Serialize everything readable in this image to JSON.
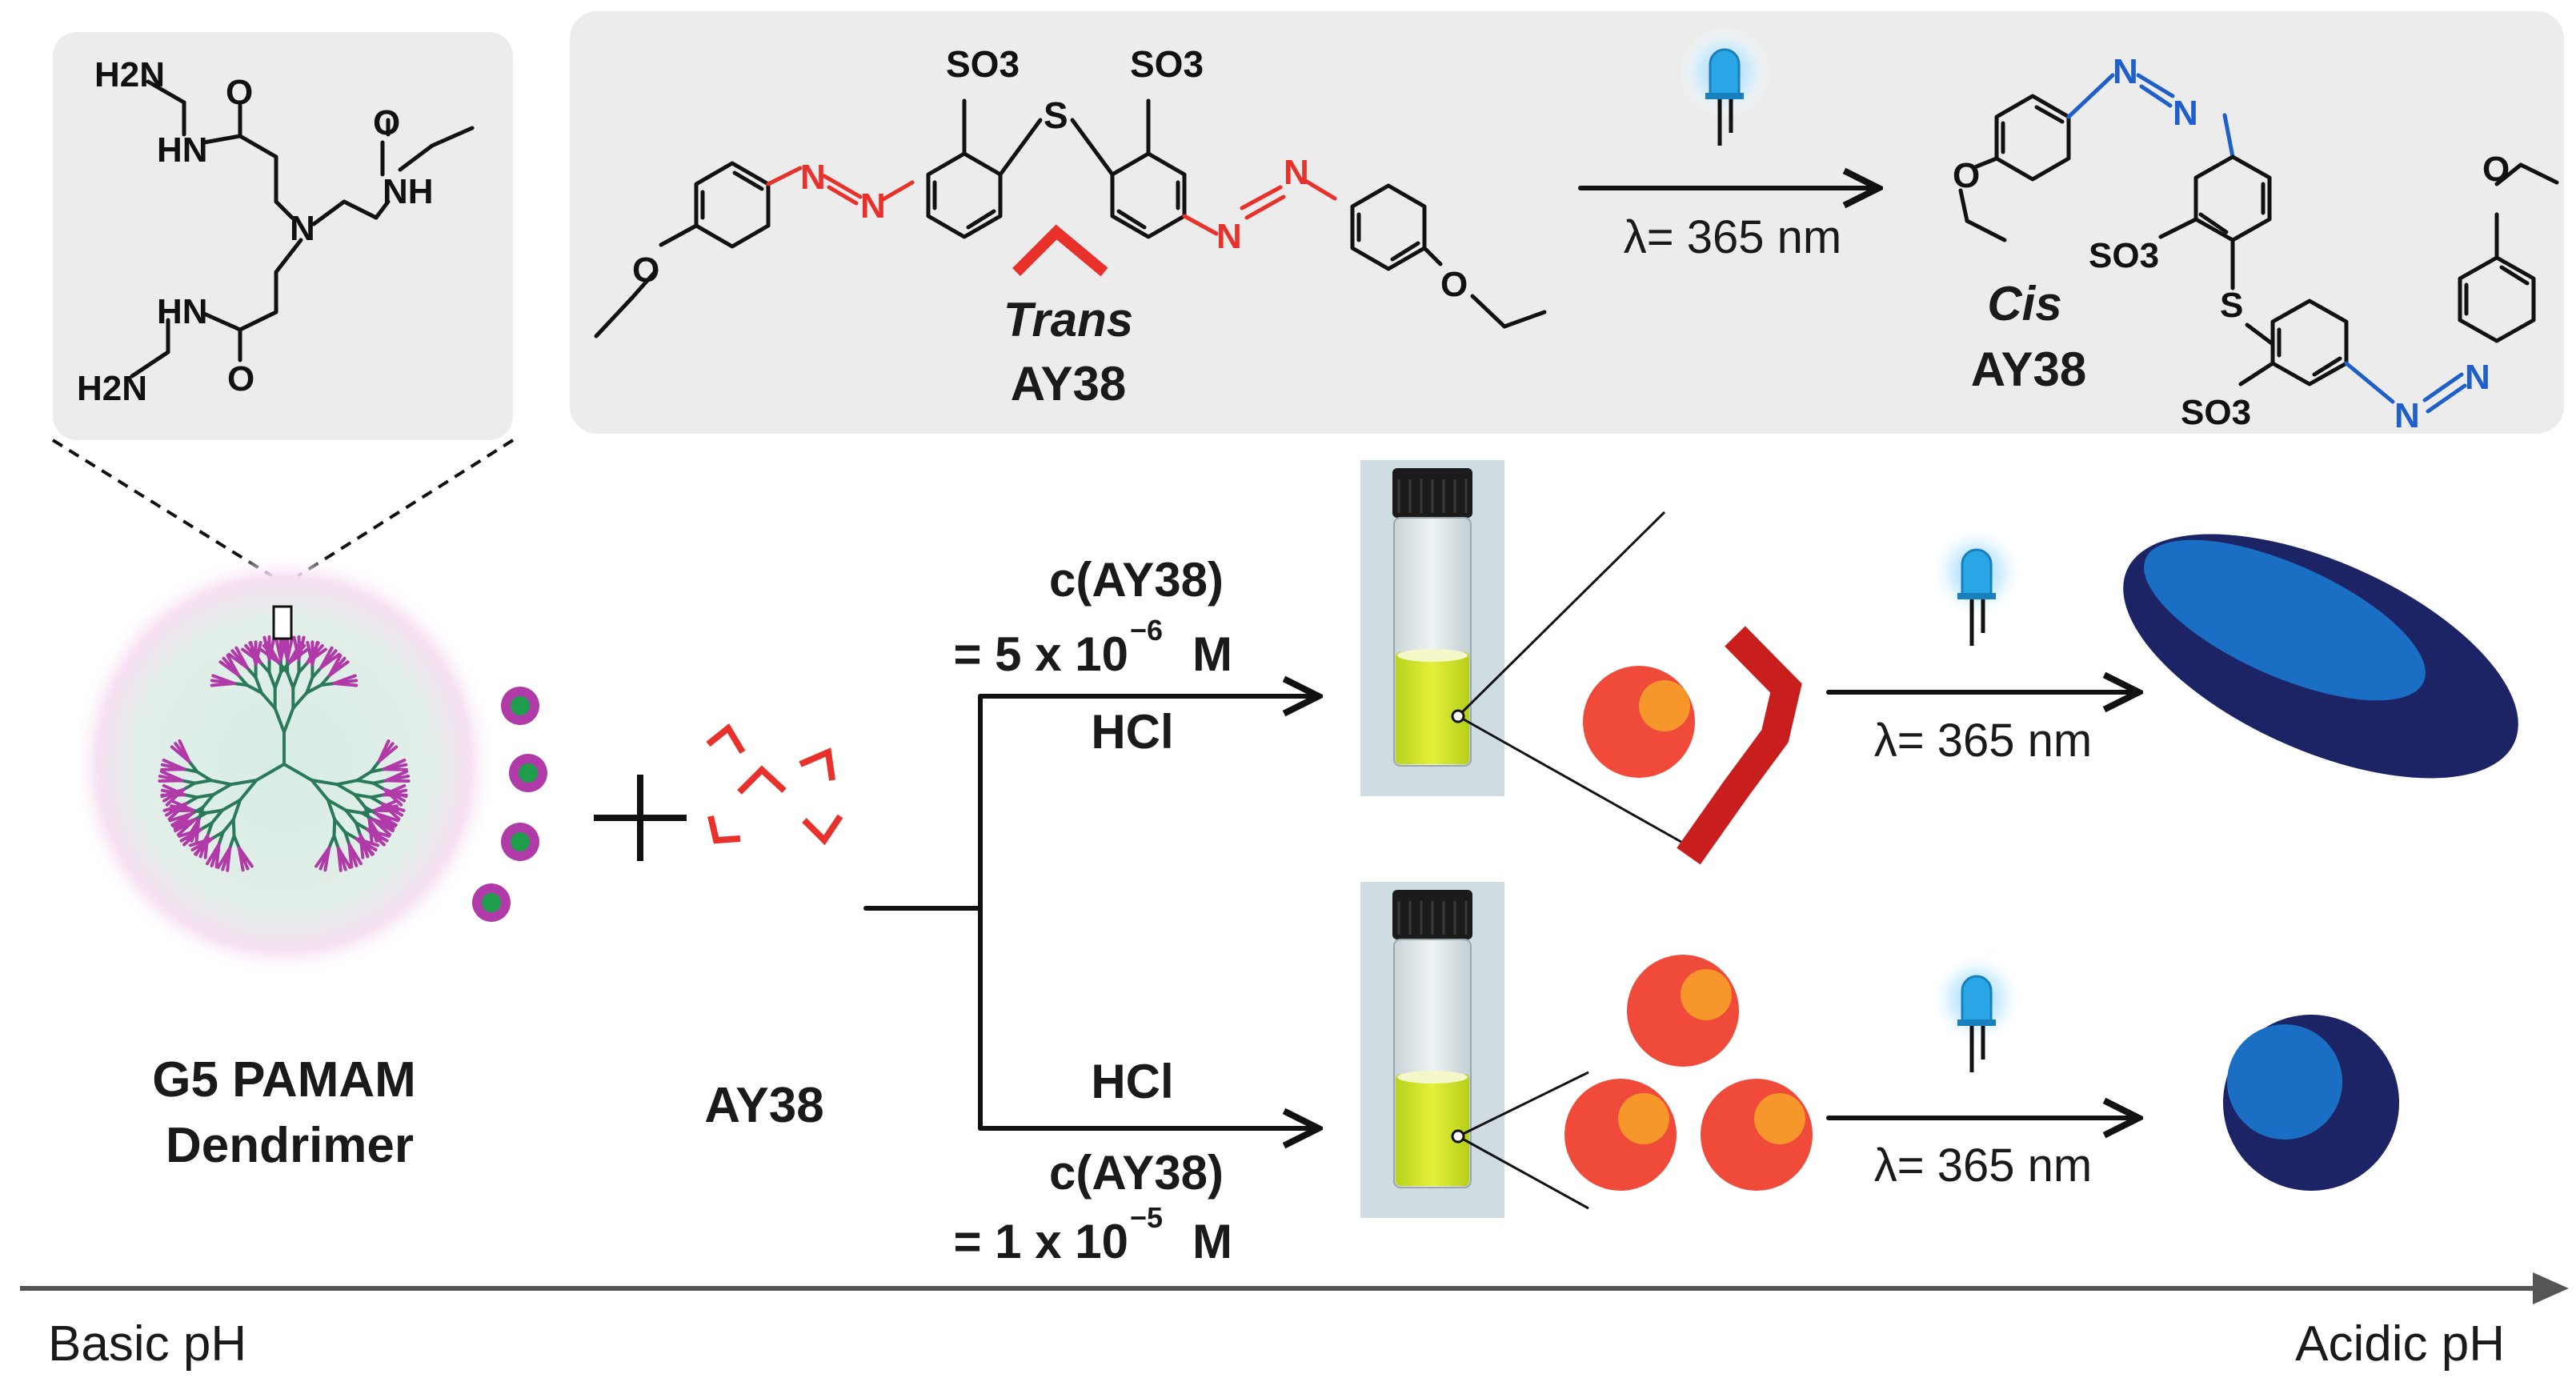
{
  "labels": {
    "trans_prefix": "Trans",
    "trans_name": "AY38",
    "cis_prefix": "Cis",
    "cis_name": "AY38",
    "uv_top": "λ= 365 nm",
    "uv_upper": "λ= 365 nm",
    "uv_lower": "λ= 365 nm",
    "dendrimer_line1": "G5 PAMAM",
    "dendrimer_line2": "Dendrimer",
    "ay38": "AY38",
    "upper_conc_1": "c(AY38)",
    "upper_conc_2a": "= 5 x 10",
    "upper_conc_exp": "−6",
    "upper_conc_2b": "M",
    "upper_acid": "HCl",
    "lower_acid": "HCl",
    "lower_conc_1": "c(AY38)",
    "lower_conc_2a": "= 1 x 10",
    "lower_conc_exp": "−5",
    "lower_conc_2b": "M",
    "basic": "Basic pH",
    "acidic": "Acidic pH"
  },
  "chem_atoms": {
    "h2n_top": "H2N",
    "hn_1": "HN",
    "o_1": "O",
    "n_center": "N",
    "o_2": "O",
    "nh_1": "NH",
    "hn_2": "HN",
    "o_3": "O",
    "h2n_bottom": "H2N",
    "so3_a": "SO3",
    "so3_b": "SO3",
    "s_trans": "S",
    "n_a1": "N",
    "n_a2": "N",
    "n_b1": "N",
    "n_b2": "N",
    "o_left": "O",
    "o_right": "O",
    "n_c1": "N",
    "n_c2": "N",
    "o_cis1": "O",
    "so3_c": "SO3",
    "s_cis": "S",
    "o_cis2": "O",
    "so3_d": "SO3",
    "n_d1": "N",
    "n_d2": "N"
  },
  "colors": {
    "panel_bg": "#ececec",
    "azo_trans": "#e8312a",
    "azo_cis": "#1f5fc9",
    "dendrimer_branch": "#2a7a5a",
    "dendrimer_surface": "#b03aa8",
    "ellipse_outer": "#1d2466",
    "ellipse_inner": "#1a6fc4",
    "micelle_outer": "#ef4a3a",
    "micelle_inner": "#f7962b",
    "led": "#2aa6e6"
  }
}
